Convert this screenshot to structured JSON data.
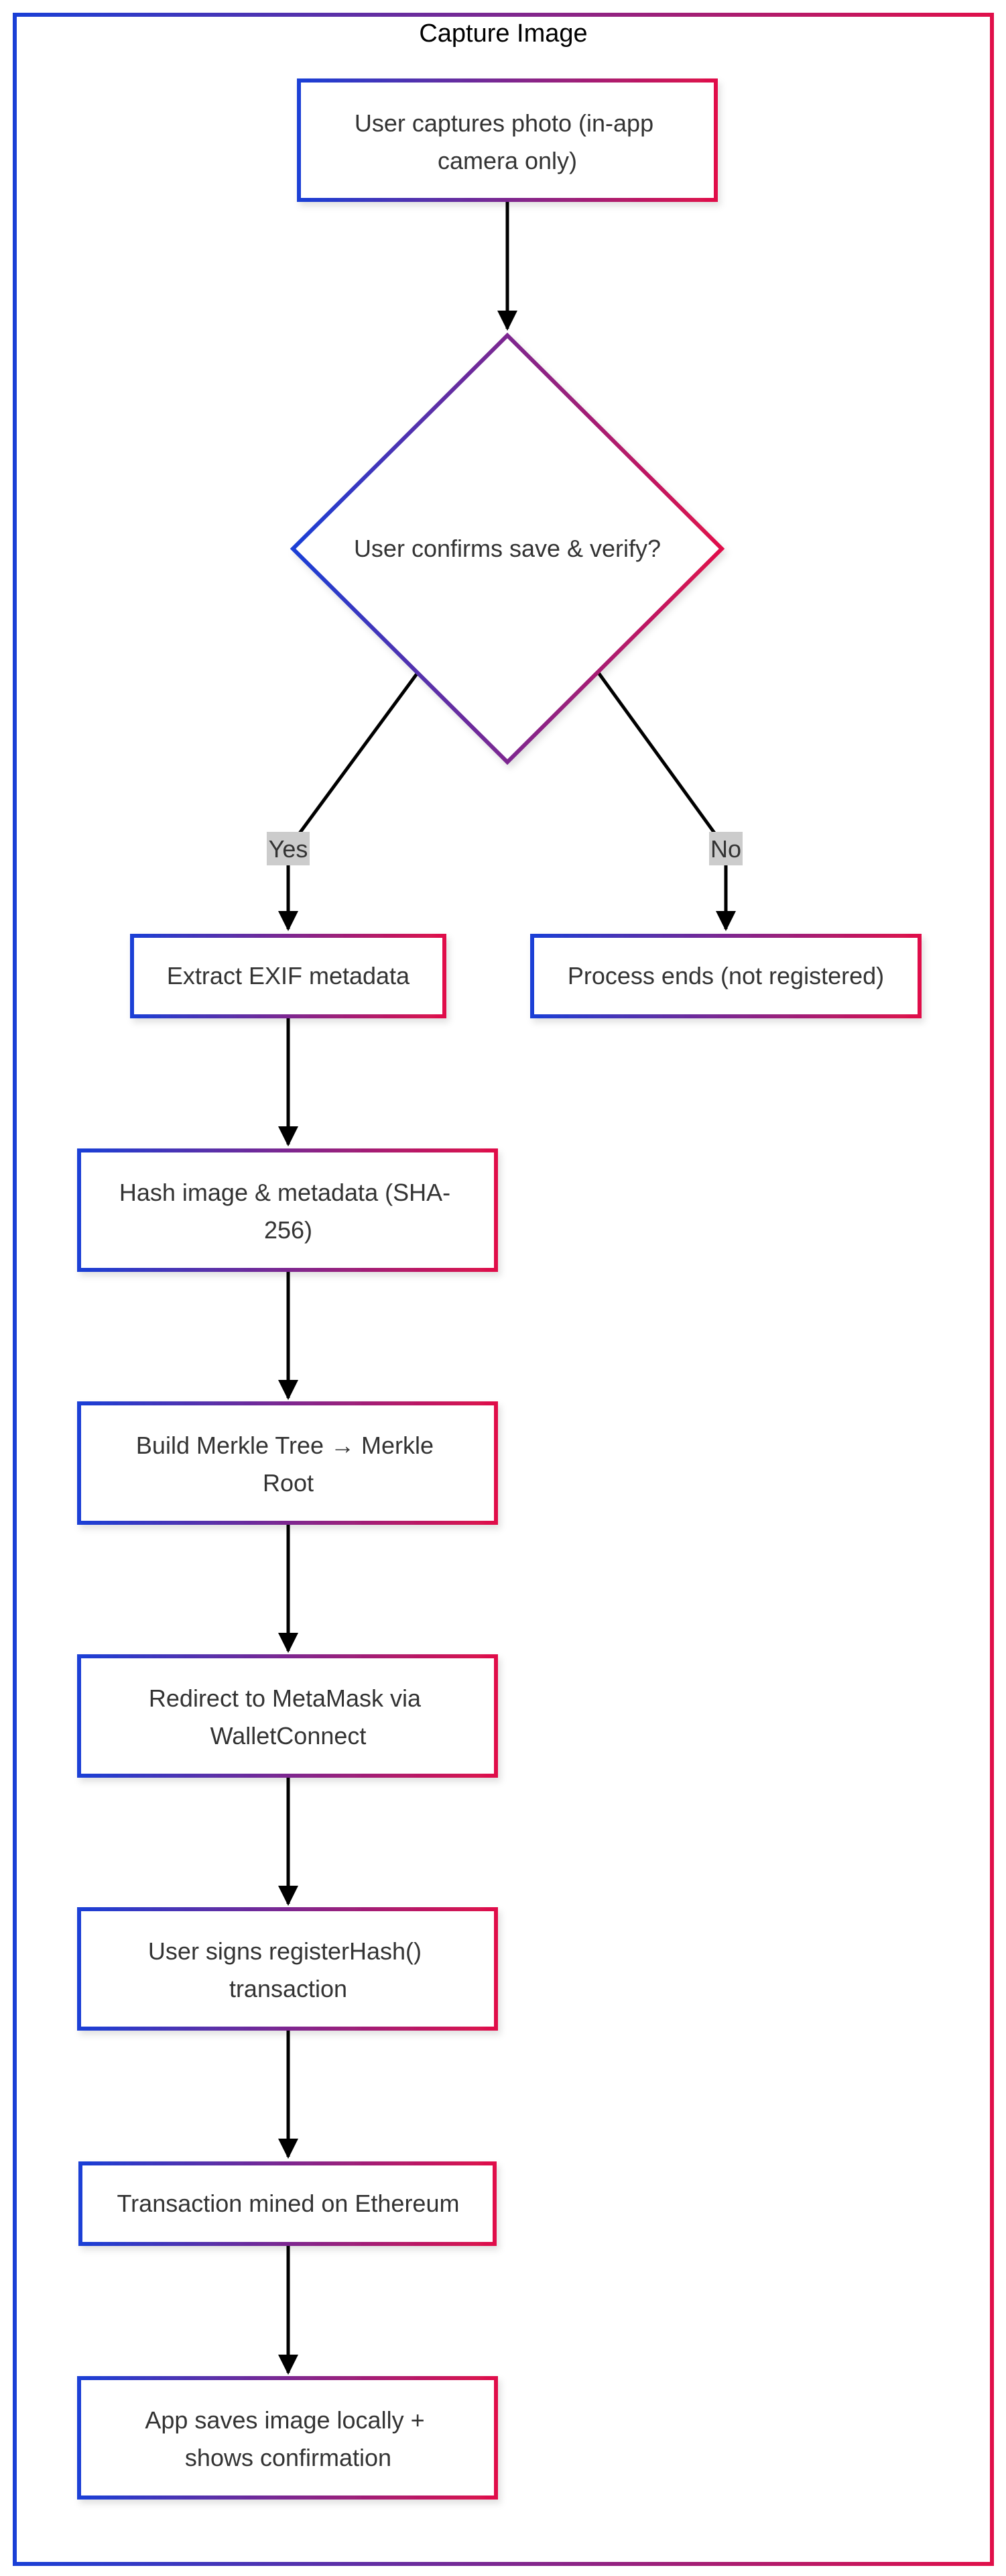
{
  "diagram": {
    "type": "flowchart",
    "container_title": "Capture Image",
    "colors": {
      "gradient_start": "#1a3fd6",
      "gradient_end": "#e0104a",
      "text": "#333333",
      "edge": "#000000",
      "label_background": "#cccccc"
    },
    "nodes": {
      "capture": {
        "shape": "rect",
        "lines": [
          "User captures photo (in-app",
          "camera only)"
        ]
      },
      "confirm": {
        "shape": "diamond",
        "lines": [
          "User confirms save & verify?"
        ]
      },
      "exif": {
        "shape": "rect",
        "lines": [
          "Extract EXIF metadata"
        ]
      },
      "ends": {
        "shape": "rect",
        "lines": [
          "Process ends (not registered)"
        ]
      },
      "hash": {
        "shape": "rect",
        "lines": [
          "Hash image & metadata (SHA-",
          "256)"
        ]
      },
      "merkle": {
        "shape": "rect",
        "lines": [
          "Build Merkle Tree → Merkle",
          "Root"
        ]
      },
      "metamask": {
        "shape": "rect",
        "lines": [
          "Redirect to MetaMask via",
          "WalletConnect"
        ]
      },
      "sign": {
        "shape": "rect",
        "lines": [
          "User signs registerHash()",
          "transaction"
        ]
      },
      "mined": {
        "shape": "rect",
        "lines": [
          "Transaction mined on Ethereum"
        ]
      },
      "saves": {
        "shape": "rect",
        "lines": [
          "App saves image locally +",
          "shows confirmation"
        ]
      }
    },
    "edges": {
      "capture_confirm": {
        "from": "capture",
        "to": "confirm",
        "label": ""
      },
      "confirm_exif": {
        "from": "confirm",
        "to": "exif",
        "label": "Yes"
      },
      "confirm_ends": {
        "from": "confirm",
        "to": "ends",
        "label": "No"
      },
      "exif_hash": {
        "from": "exif",
        "to": "hash",
        "label": ""
      },
      "hash_merkle": {
        "from": "hash",
        "to": "merkle",
        "label": ""
      },
      "merkle_metamask": {
        "from": "merkle",
        "to": "metamask",
        "label": ""
      },
      "metamask_sign": {
        "from": "metamask",
        "to": "sign",
        "label": ""
      },
      "sign_mined": {
        "from": "sign",
        "to": "mined",
        "label": ""
      },
      "mined_saves": {
        "from": "mined",
        "to": "saves",
        "label": ""
      }
    }
  }
}
